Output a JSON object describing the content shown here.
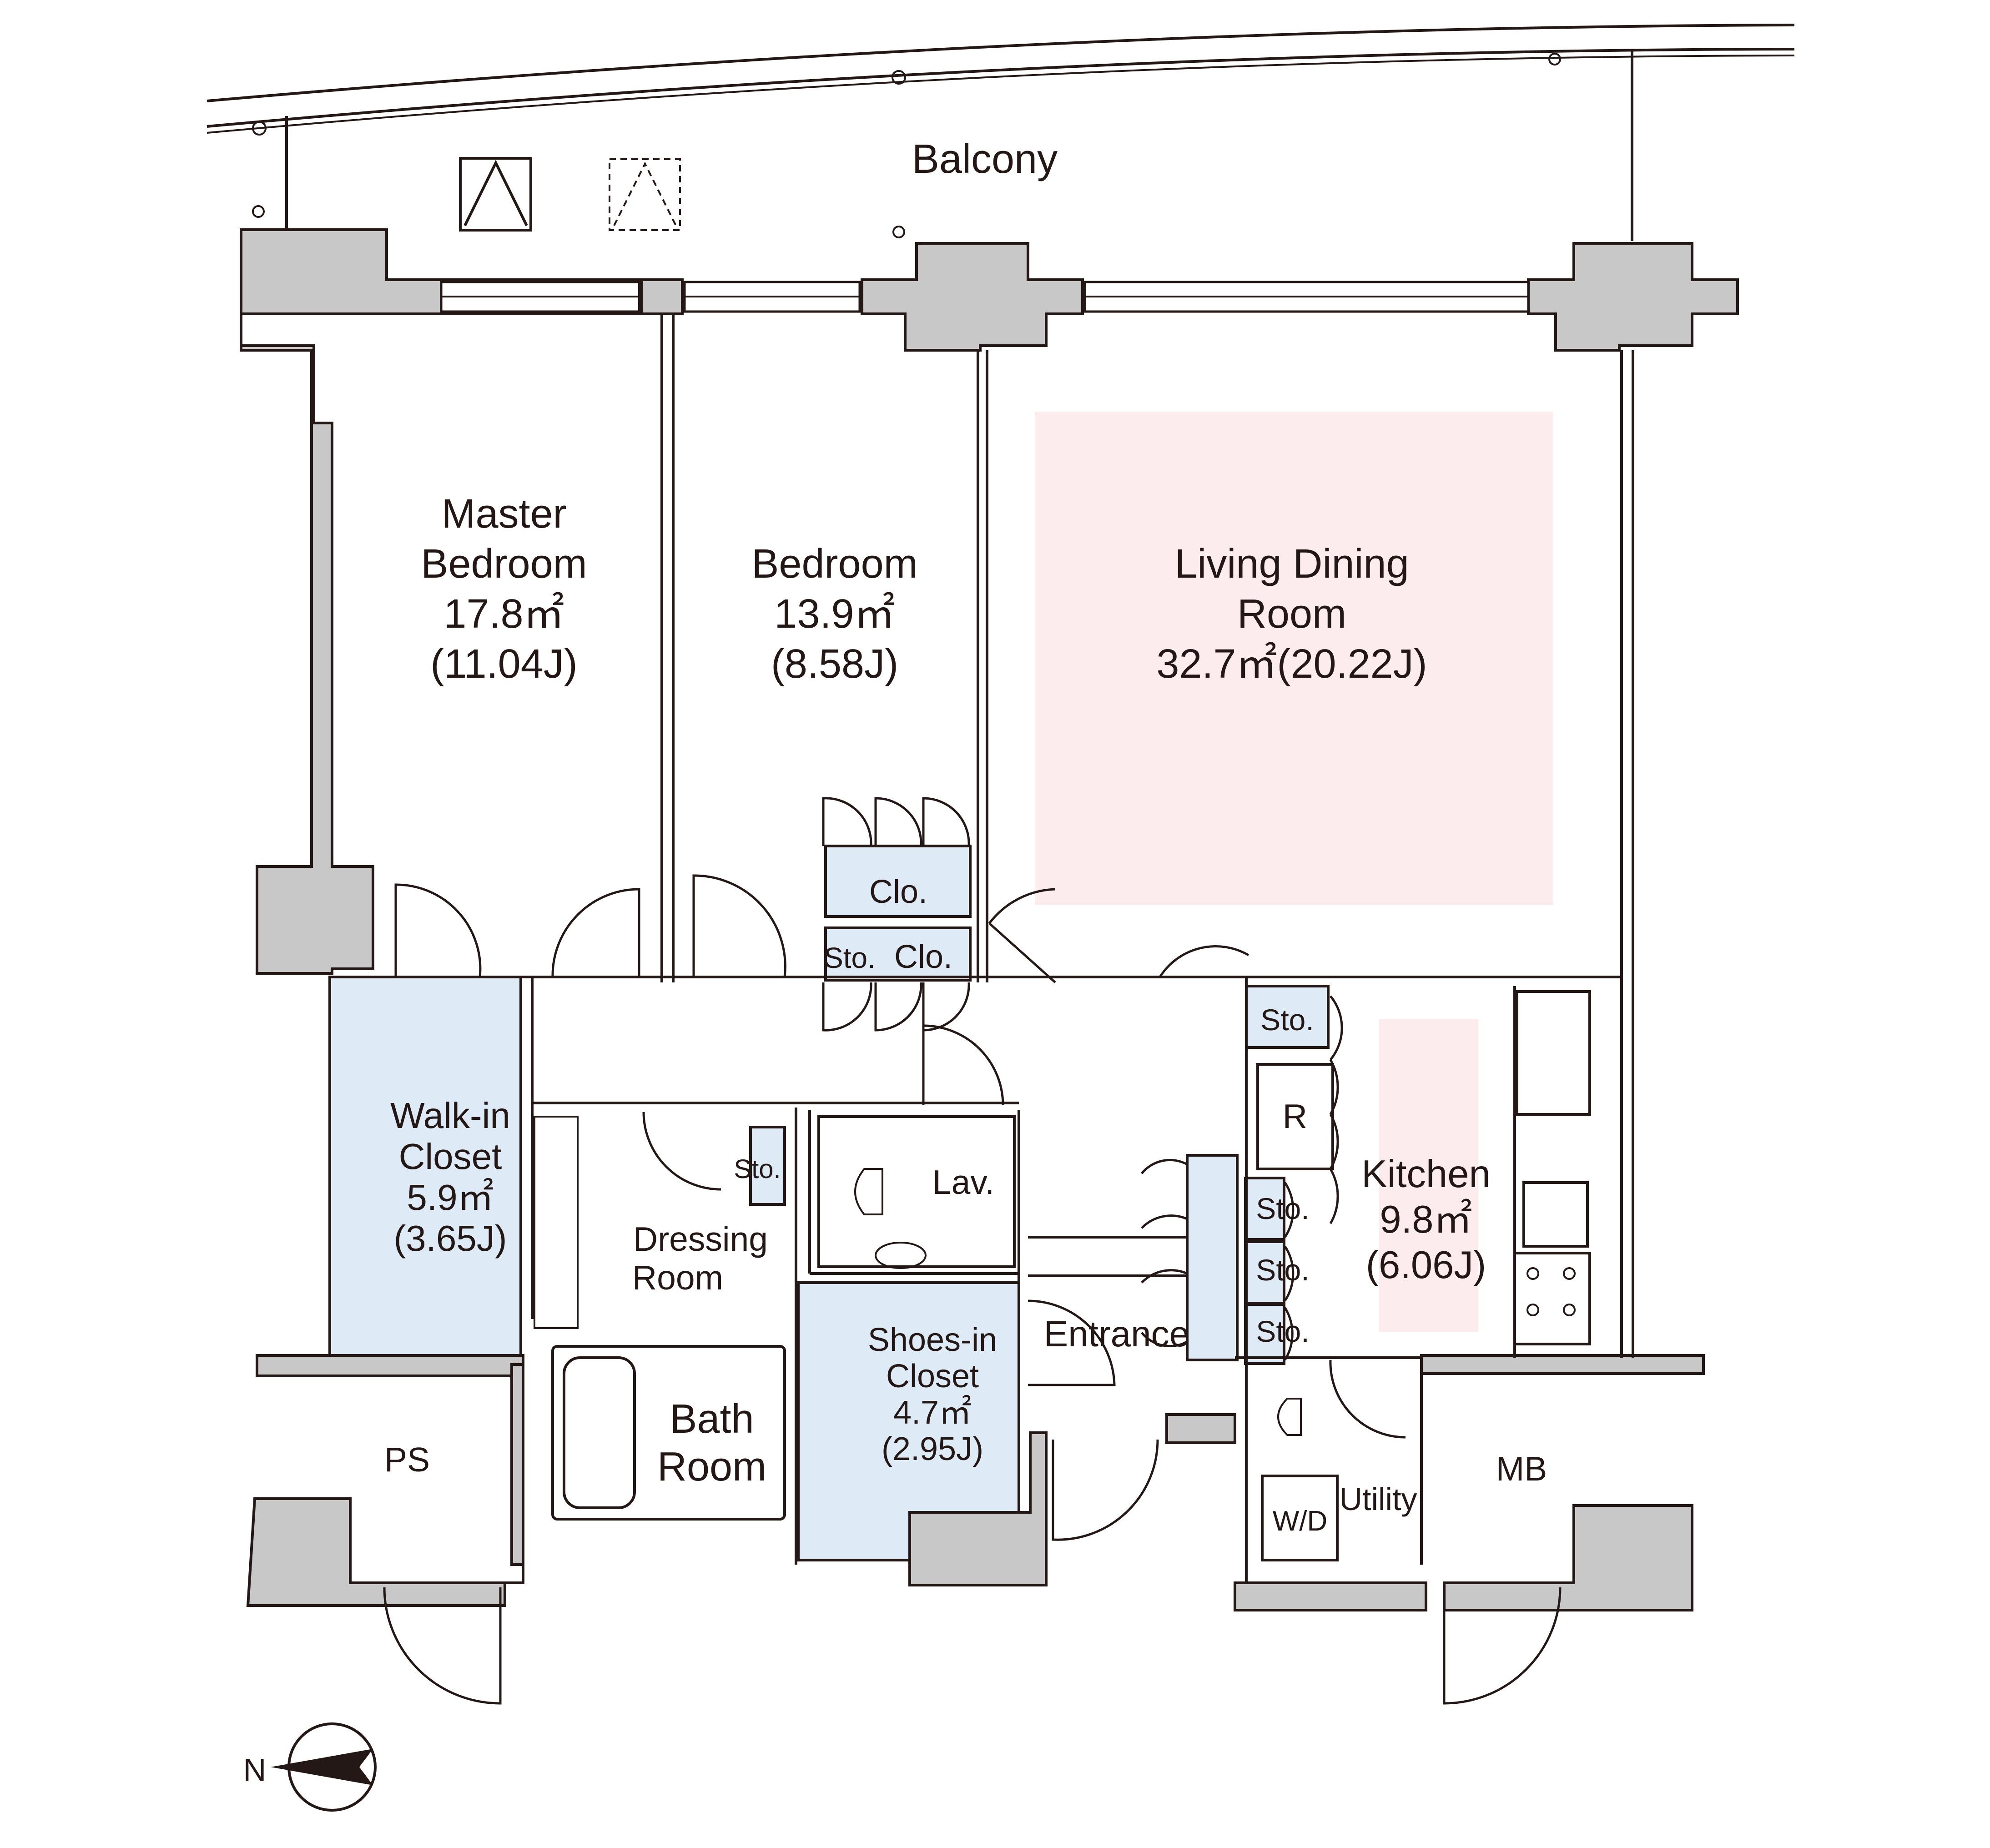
{
  "colors": {
    "wall_fill": "#c8c8c8",
    "line": "#231815",
    "living_highlight": "#fdeced",
    "storage_fill": "#deebf7",
    "background": "#ffffff"
  },
  "rooms": {
    "balcony": {
      "name": "Balcony"
    },
    "master_bedroom": {
      "line1": "Master",
      "line2": "Bedroom",
      "area": "17.8㎡",
      "jo": "(11.04J)"
    },
    "bedroom": {
      "name": "Bedroom",
      "area": "13.9㎡",
      "jo": "(8.58J)"
    },
    "living": {
      "line1": "Living Dining",
      "line2": "Room",
      "area_jo": "32.7㎡(20.22J)"
    },
    "walkin": {
      "line1": "Walk-in",
      "line2": "Closet",
      "area": "5.9㎡",
      "jo": "(3.65J)"
    },
    "dressing": {
      "line1": "Dressing",
      "line2": "Room"
    },
    "lav": {
      "name": "Lav."
    },
    "bath": {
      "line1": "Bath",
      "line2": "Room"
    },
    "shoes": {
      "line1": "Shoes-in",
      "line2": "Closet",
      "area": "4.7㎡",
      "jo": "(2.95J)"
    },
    "entrance": {
      "name": "Entrance"
    },
    "kitchen": {
      "name": "Kitchen",
      "area": "9.8㎡",
      "jo": "(6.06J)"
    },
    "utility": {
      "name": "Utility"
    },
    "ps": {
      "name": "PS"
    },
    "mb": {
      "name": "MB"
    }
  },
  "fixtures": {
    "clo_upper": "Clo.",
    "sto_left": "Sto.",
    "clo_lower": "Clo.",
    "sto_dressing": "Sto.",
    "sto_kitchen_top": "Sto.",
    "refrigerator": "R",
    "sto_kitchen_1": "Sto.",
    "sto_kitchen_2": "Sto.",
    "sto_kitchen_3": "Sto.",
    "washer_dryer": "W/D"
  },
  "compass": {
    "north": "N"
  }
}
